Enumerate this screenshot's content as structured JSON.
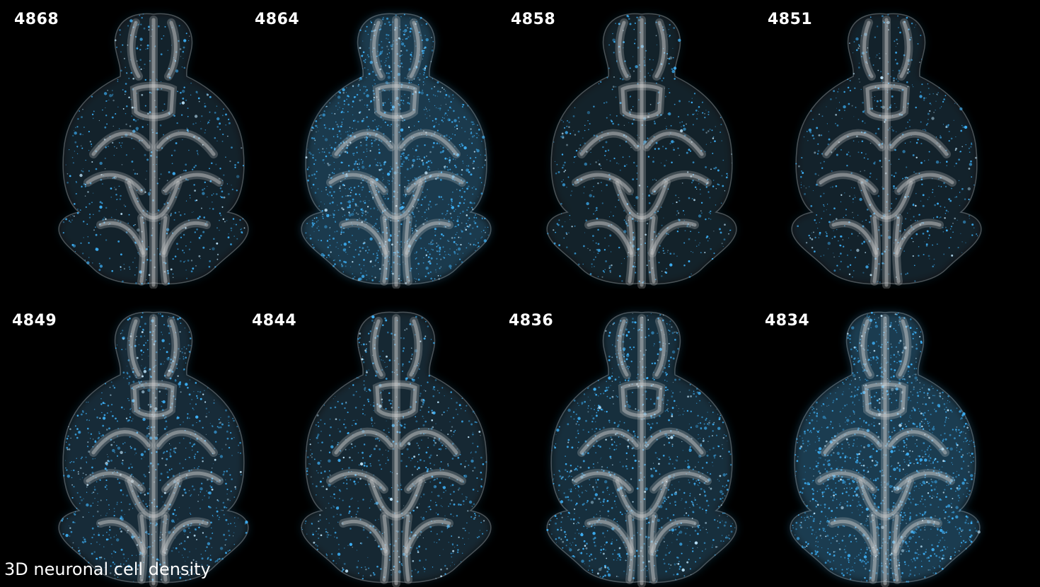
{
  "panels": [
    {
      "label": "4868",
      "density": 0.3
    },
    {
      "label": "4864",
      "density": 0.95
    },
    {
      "label": "4858",
      "density": 0.28
    },
    {
      "label": "4851",
      "density": 0.3
    },
    {
      "label": "4849",
      "density": 0.55
    },
    {
      "label": "4844",
      "density": 0.45
    },
    {
      "label": "4836",
      "density": 0.65
    },
    {
      "label": "4834",
      "density": 1.0
    }
  ],
  "caption": "3D neuronal cell density",
  "colors": {
    "background": "#000000",
    "cells": "#3fb6ff",
    "tissue": "#cfcfcf"
  }
}
